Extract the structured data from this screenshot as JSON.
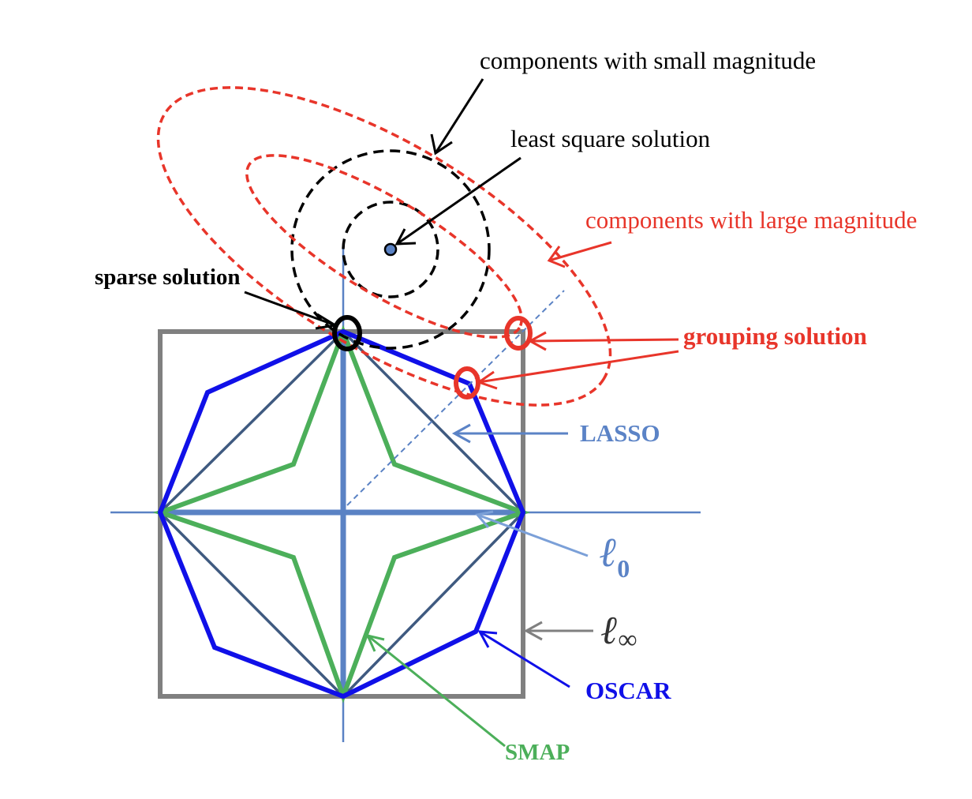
{
  "labels": {
    "small_magnitude": "components with small magnitude",
    "least_square": "least square solution",
    "large_magnitude": "components with large magnitude",
    "sparse_solution": "sparse solution",
    "grouping_solution": "grouping solution",
    "lasso": "LASSO",
    "l0_letter": "ℓ",
    "l0_sub": "0",
    "linf_letter": "ℓ",
    "linf_sub": "∞",
    "oscar": "OSCAR",
    "smap": "SMAP"
  },
  "colors": {
    "black": "#000000",
    "red": "#e8352a",
    "blue": "#1010e8",
    "steel_blue": "#5a82c4",
    "dark_slate": "#3f5a80",
    "green": "#4caf5a",
    "gray": "#808080",
    "label_blue": "#5b83c6",
    "l0_arrow": "#7ba0d8"
  }
}
